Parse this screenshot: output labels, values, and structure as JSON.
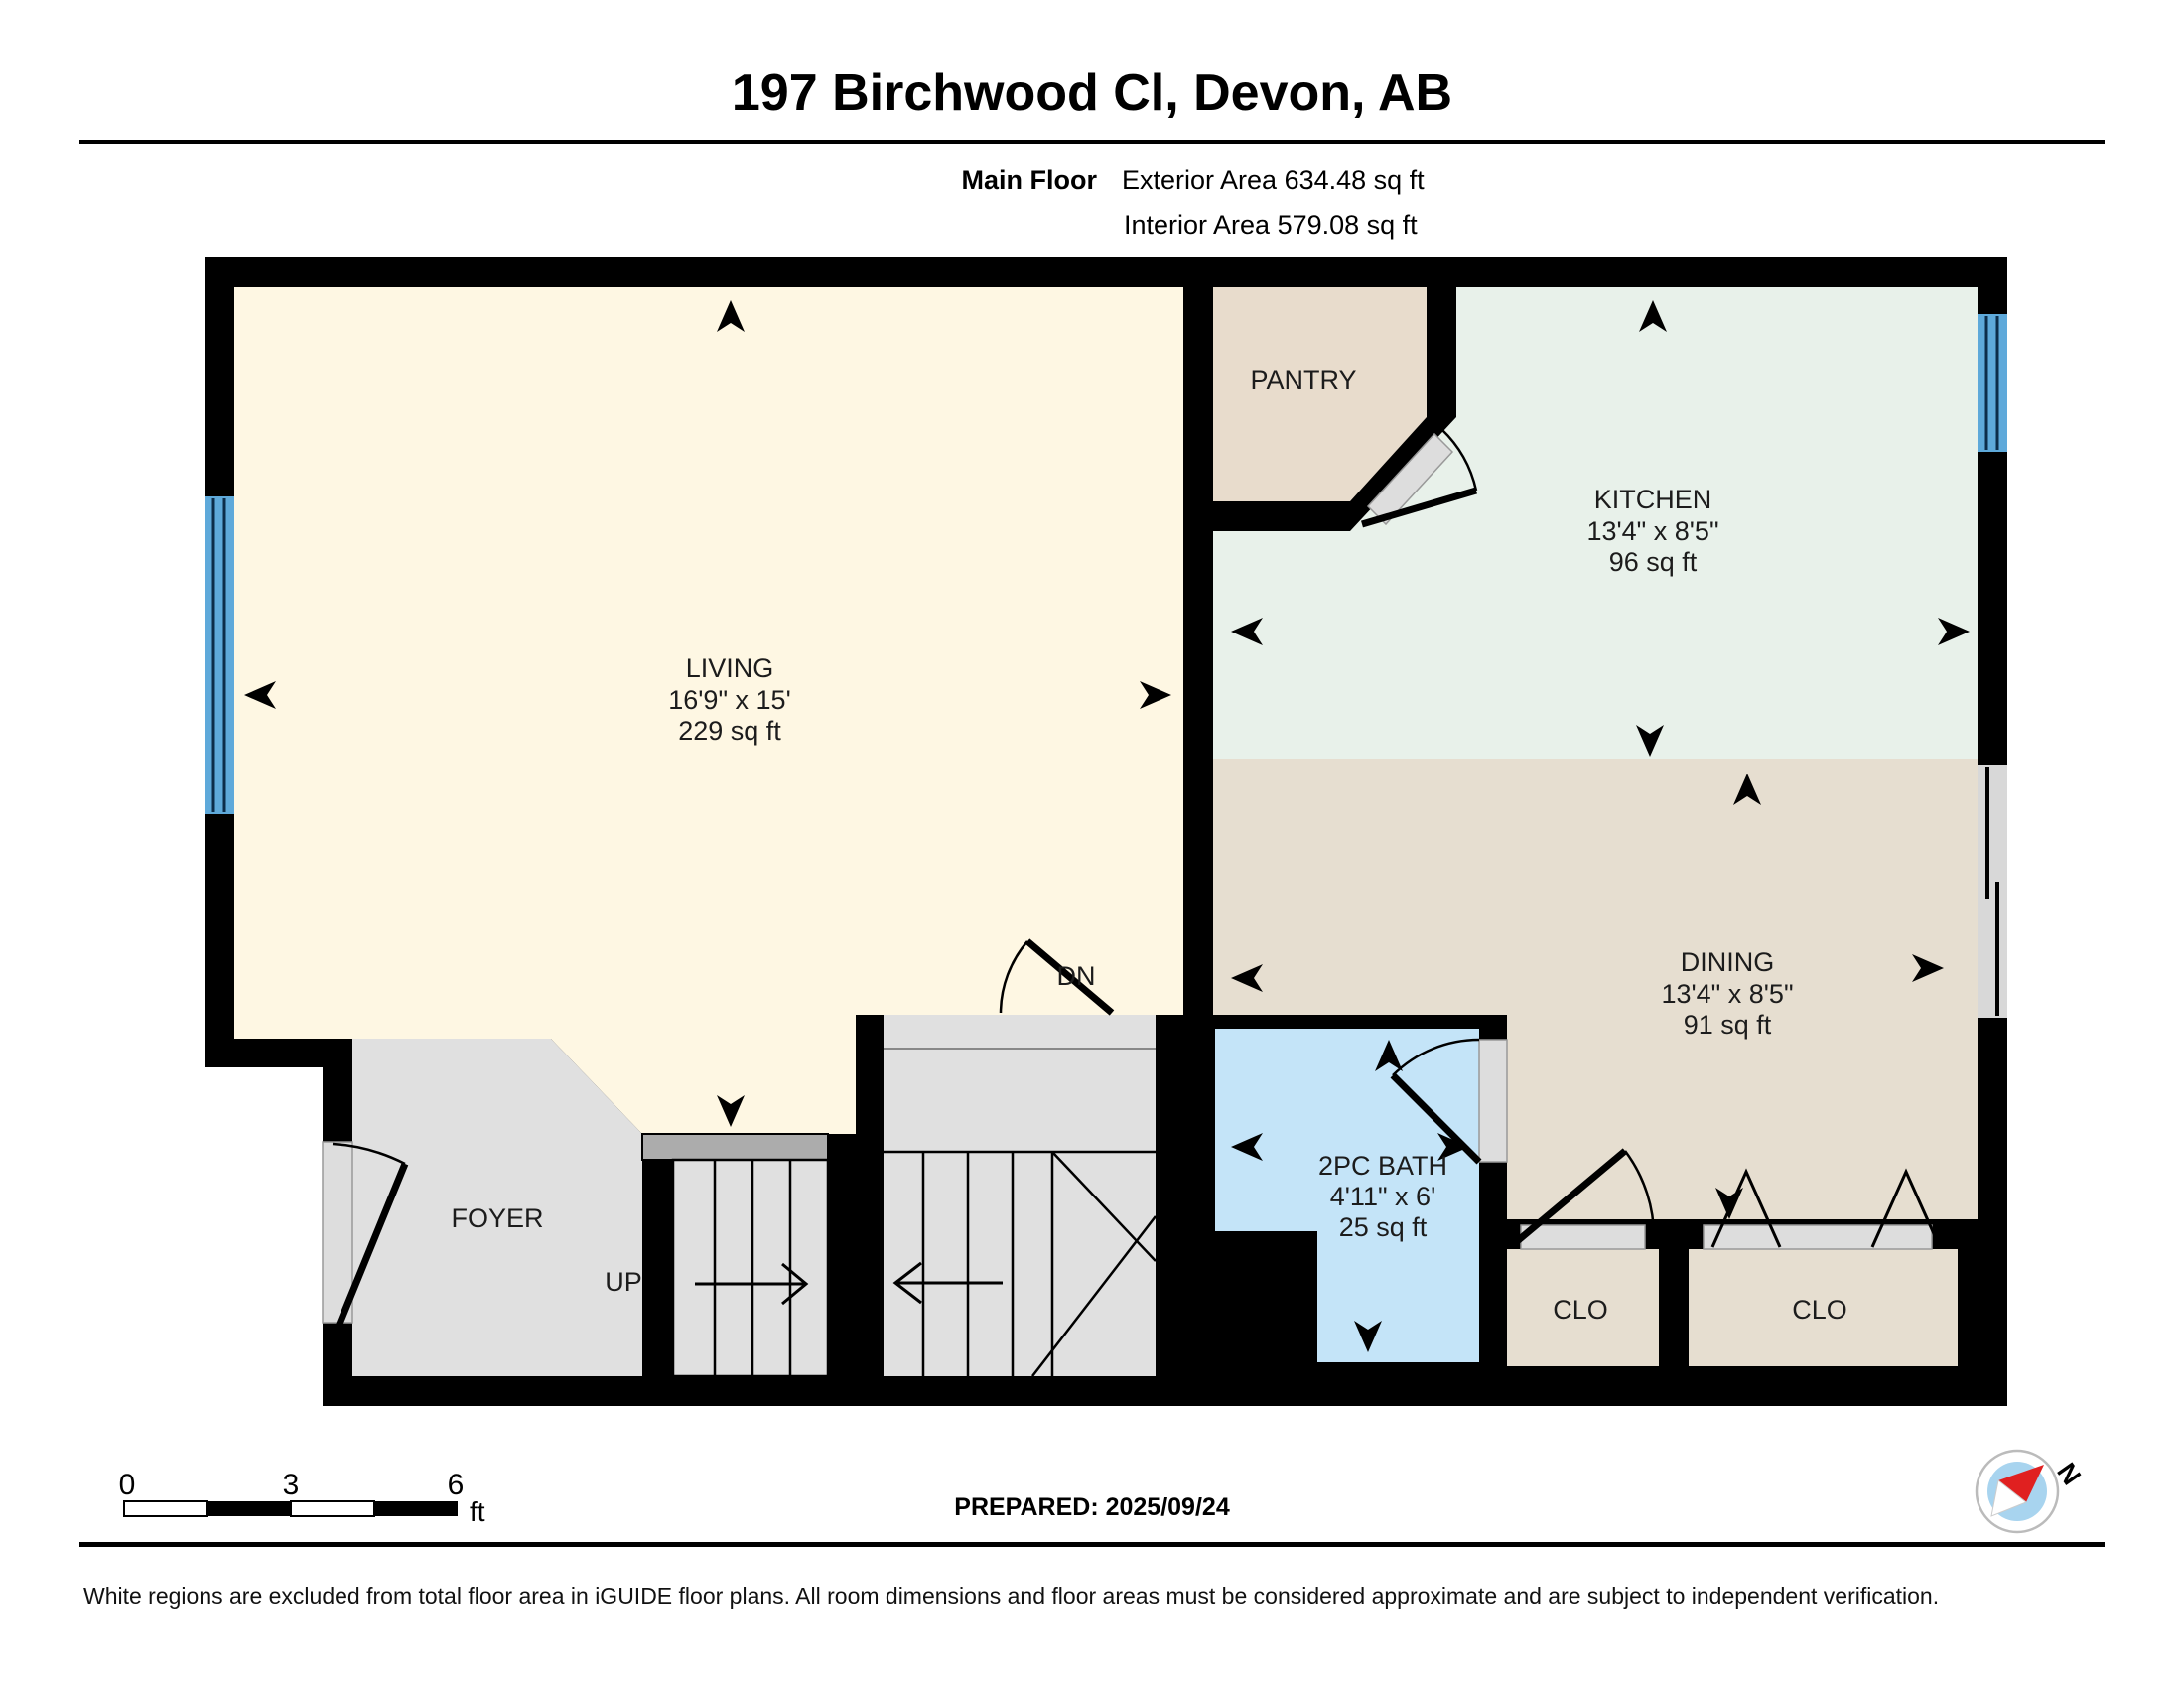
{
  "title": "197 Birchwood Cl, Devon, AB",
  "header": {
    "floor_label": "Main Floor",
    "exterior_area": "Exterior Area 634.48 sq ft",
    "interior_area": "Interior Area 579.08 sq ft"
  },
  "rooms": {
    "living": {
      "name": "LIVING",
      "dims": "16'9\" x 15'",
      "area": "229 sq ft"
    },
    "kitchen": {
      "name": "KITCHEN",
      "dims": "13'4\" x 8'5\"",
      "area": "96 sq ft"
    },
    "dining": {
      "name": "DINING",
      "dims": "13'4\" x 8'5\"",
      "area": "91 sq ft"
    },
    "bath": {
      "name": "2PC BATH",
      "dims": "4'11\" x 6'",
      "area": "25 sq ft"
    },
    "pantry": {
      "name": "PANTRY"
    },
    "foyer": {
      "name": "FOYER"
    },
    "closet1": {
      "name": "CLO"
    },
    "closet2": {
      "name": "CLO"
    },
    "stairs_up": {
      "label": "UP"
    },
    "stairs_dn": {
      "label": "DN"
    }
  },
  "scale_bar": {
    "tick0": "0",
    "tick3": "3",
    "tick6": "6",
    "unit": "ft"
  },
  "prepared": "PREPARED: 2025/09/24",
  "compass": {
    "label": "N"
  },
  "disclaimer": "White regions are excluded from total floor area in iGUIDE floor plans. All room dimensions and floor areas must be considered approximate and are subject to independent verification.",
  "colors": {
    "wall": "#000000",
    "living": "#FEF7E3",
    "kitchen": "#E8F1EA",
    "dining": "#E6DED0",
    "pantry": "#E8DCCC",
    "bath": "#C4E4F8",
    "floor_gray": "#E0E0E0",
    "landing": "#ACACAC",
    "window": "#5EA9DA",
    "window_line": "#0C2D4A",
    "compass_needle": "#E02020",
    "compass_inner": "#A8D4EF"
  }
}
